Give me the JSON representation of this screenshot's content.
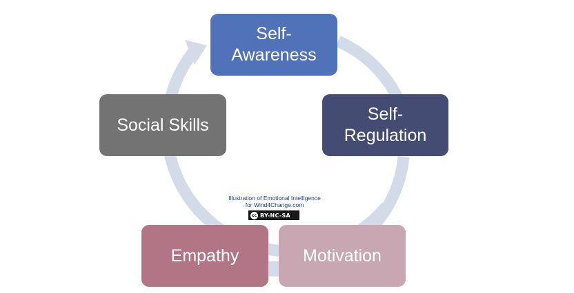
{
  "diagram": {
    "nodes": [
      {
        "id": "self-awareness",
        "label": "Self-\nAwareness",
        "color": "#4f72b8"
      },
      {
        "id": "self-regulation",
        "label": "Self-\nRegulation",
        "color": "#454c73"
      },
      {
        "id": "motivation",
        "label": "Motivation",
        "color": "#c8a7b3"
      },
      {
        "id": "empathy",
        "label": "Empathy",
        "color": "#b27585"
      },
      {
        "id": "social-skills",
        "label": "Social Skills",
        "color": "#737373"
      }
    ],
    "cycle_color": "#d3dbe8",
    "credit": {
      "line1": "Illustration of Emotional Intelligence",
      "line2": "for Wind4Change.com",
      "license_icon": "cc",
      "license_text": "BY-NC-SA"
    }
  }
}
